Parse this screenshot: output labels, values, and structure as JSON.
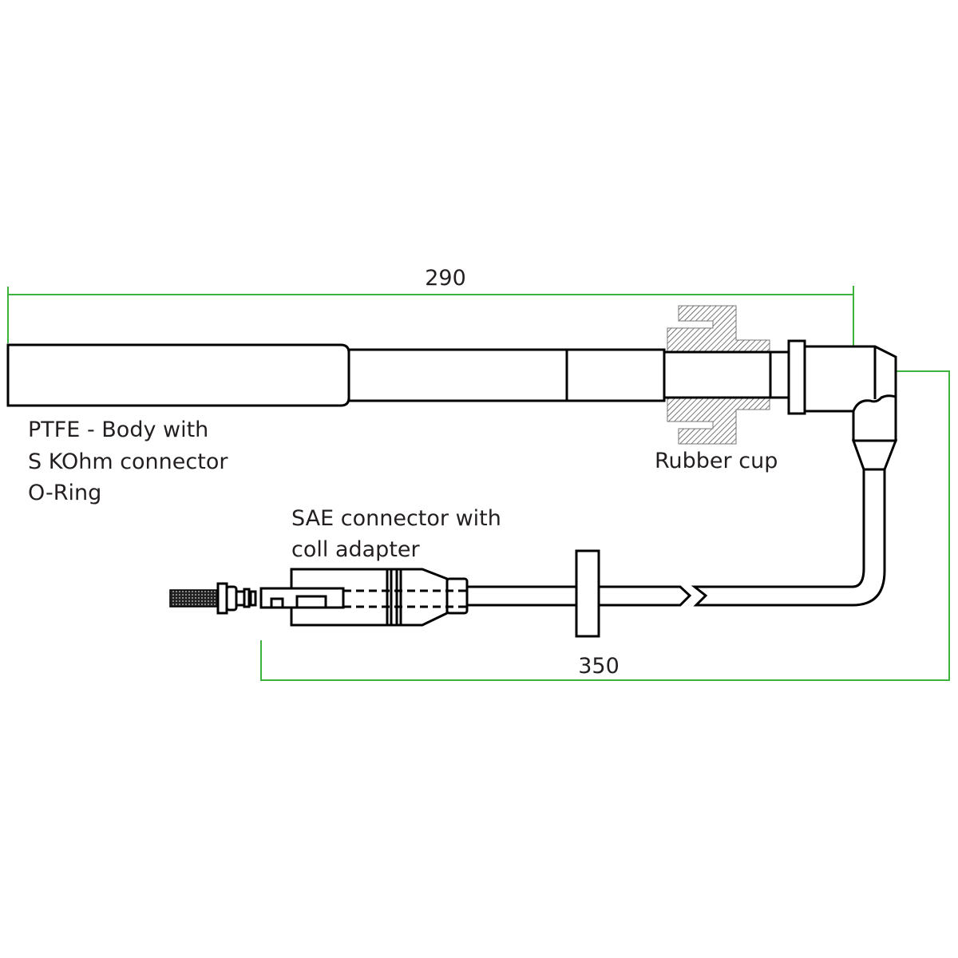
{
  "colors": {
    "dimension": "#3db33d",
    "outline": "#000000",
    "hatch": "#555555"
  },
  "dimensions": {
    "probe_length": "290",
    "cable_length": "350"
  },
  "labels": {
    "body_line1": "PTFE - Body with",
    "body_line2": "S KOhm connector",
    "body_line3": "O-Ring",
    "rubber_cup": "Rubber cup",
    "sae_line1": "SAE connector with",
    "sae_line2": "coll adapter"
  }
}
